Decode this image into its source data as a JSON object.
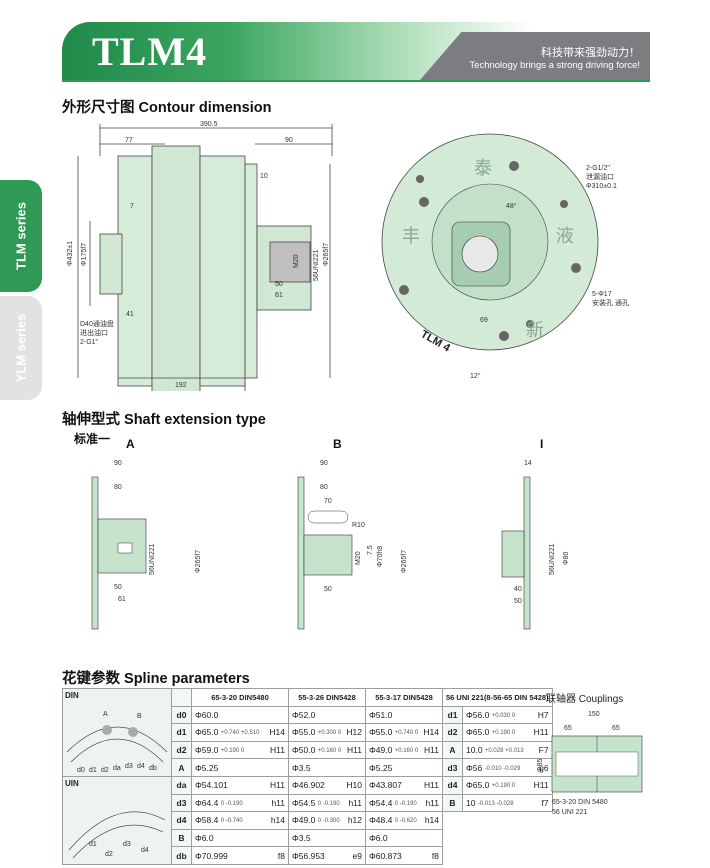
{
  "header": {
    "model": "TLM4",
    "slogan_cn": "科技带来强劲动力！",
    "slogan_en": "Technology brings a strong driving force!"
  },
  "side_tabs": {
    "tlm": "TLM series",
    "ylm": "YLM series"
  },
  "sections": {
    "contour": "外形尺寸图  Contour dimension",
    "shaft": "轴伸型式  Shaft extension type",
    "shaft_sub": "标准一",
    "spline": "花键参数  Spline parameters",
    "couplings": "联轴器 Couplings"
  },
  "contour": {
    "dims": [
      "390.5",
      "77",
      "90",
      "10",
      "7",
      "Φ432±1",
      "Φ175f7",
      "M20",
      "56UNI221",
      "Φ265f7",
      "50",
      "61",
      "41",
      "D40通油盘",
      "进出油口",
      "2-G1\"",
      "192"
    ],
    "front": [
      "2-G1/2\"",
      "泄漏油口",
      "Φ310±0.1",
      "5-Φ17",
      "安装孔 通孔",
      "48°",
      "69",
      "12°"
    ],
    "brand": [
      "泰",
      "丰",
      "液",
      "新"
    ],
    "label": "TLM 4"
  },
  "shaft_types": {
    "A": {
      "label": "A",
      "dims": [
        "90",
        "80",
        "50",
        "61",
        "56UNI221",
        "Φ265f7"
      ]
    },
    "B": {
      "label": "B",
      "dims": [
        "90",
        "80",
        "70",
        "R10",
        "M20",
        "7.5",
        "Φ70h8",
        "Φ265f7",
        "50"
      ]
    },
    "I": {
      "label": "I",
      "dims": [
        "14",
        "56UNI221",
        "Φ80",
        "40",
        "50"
      ]
    }
  },
  "spline_table": {
    "din_label": "DIN",
    "uin_label": "UIN",
    "din_img": {
      "a": "A",
      "b": "B",
      "labels": [
        "d0",
        "d1",
        "d2",
        "da",
        "d3",
        "d4",
        "db"
      ]
    },
    "uin_img": {
      "labels": [
        "d1",
        "d2",
        "d3",
        "d4"
      ]
    },
    "columns": [
      "65-3-20 DIN5480",
      "55-3-26 DIN5428",
      "55-3-17 DIN5428"
    ],
    "right_header": "56 UNI 221(8-56-65 DIN 5428)",
    "rows": [
      {
        "k": "d0",
        "c": [
          [
            "Φ60.0",
            "",
            ""
          ],
          [
            "Φ52.0",
            "",
            ""
          ],
          [
            "Φ51.0",
            "",
            ""
          ]
        ]
      },
      {
        "k": "d1",
        "c": [
          [
            "Φ65.0",
            "+0.740 +0.510",
            "H14"
          ],
          [
            "Φ55.0",
            "+0.300 0",
            "H12"
          ],
          [
            "Φ55.0",
            "+0.740 0",
            "H14"
          ]
        ]
      },
      {
        "k": "d2",
        "c": [
          [
            "Φ59.0",
            "+0.190 0",
            "H11"
          ],
          [
            "Φ50.0",
            "+0.160 0",
            "H11"
          ],
          [
            "Φ49.0",
            "+0.160 0",
            "H11"
          ]
        ]
      },
      {
        "k": "A",
        "c": [
          [
            "Φ5.25",
            "",
            ""
          ],
          [
            "Φ3.5",
            "",
            ""
          ],
          [
            "Φ5.25",
            "",
            ""
          ]
        ]
      },
      {
        "k": "da",
        "c": [
          [
            "Φ54.101",
            "",
            "H11"
          ],
          [
            "Φ46.902",
            "",
            "H10"
          ],
          [
            "Φ43.807",
            "",
            "H11"
          ]
        ]
      },
      {
        "k": "d3",
        "c": [
          [
            "Φ64.4",
            "0 -0.190",
            "h11"
          ],
          [
            "Φ54.5",
            "0 -0.190",
            "h11"
          ],
          [
            "Φ54.4",
            "0 -0.190",
            "h11"
          ]
        ]
      },
      {
        "k": "d4",
        "c": [
          [
            "Φ58.4",
            "0 -0.740",
            "h14"
          ],
          [
            "Φ49.0",
            "0 -0.300",
            "h12"
          ],
          [
            "Φ48.4",
            "0 -0.620",
            "h14"
          ]
        ]
      },
      {
        "k": "B",
        "c": [
          [
            "Φ6.0",
            "",
            ""
          ],
          [
            "Φ3.5",
            "",
            ""
          ],
          [
            "Φ6.0",
            "",
            ""
          ]
        ]
      },
      {
        "k": "db",
        "c": [
          [
            "Φ70.999",
            "",
            "f8"
          ],
          [
            "Φ56.953",
            "",
            "e9"
          ],
          [
            "Φ60.873",
            "",
            "f8"
          ]
        ]
      }
    ],
    "right_rows": [
      {
        "k": "d1",
        "v": "Φ56.0",
        "t": "+0.030 0",
        "f": "H7"
      },
      {
        "k": "d2",
        "v": "Φ65.0",
        "t": "+0.190 0",
        "f": "H11"
      },
      {
        "k": "A",
        "v": "10.0",
        "t": "+0.028 +0.013",
        "f": "F7"
      },
      {
        "k": "d3",
        "v": "Φ56",
        "t": "-0.010 -0.029",
        "f": "g6"
      },
      {
        "k": "d4",
        "v": "Φ65.0",
        "t": "+0.190 0",
        "f": "H11"
      },
      {
        "k": "B",
        "v": "10",
        "t": "-0.013 -0.028",
        "f": "f7"
      }
    ]
  },
  "couplings": {
    "dims": [
      "150",
      "65",
      "65",
      "Φ85"
    ],
    "labels": [
      "65-3-20 DIN 5480",
      "56 UNI 221"
    ]
  }
}
